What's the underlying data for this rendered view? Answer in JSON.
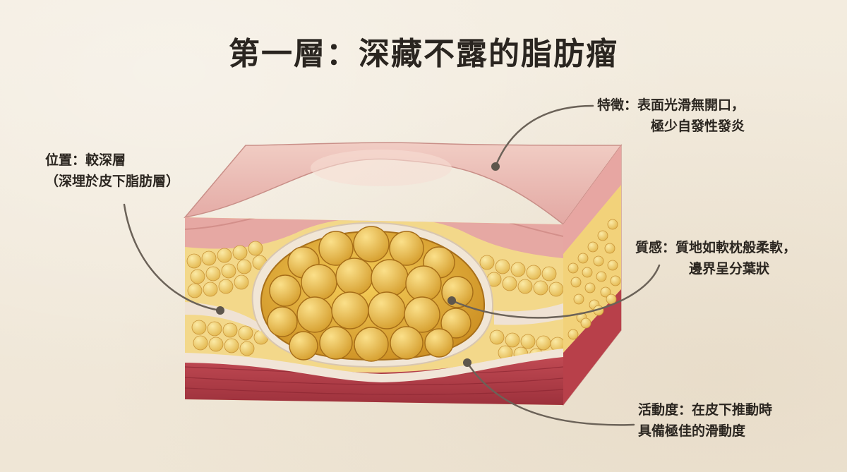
{
  "title": "第一層：深藏不露的脂肪瘤",
  "annotations": {
    "features": {
      "heading": "特徵",
      "line1": "特徵：表面光滑無開口，",
      "line2": "極少自發性發炎"
    },
    "position": {
      "heading": "位置",
      "line1": "位置：較深層",
      "line2": "（深埋於皮下脂肪層）"
    },
    "texture": {
      "heading": "質感",
      "line1": "質感：質地如軟枕般柔軟，",
      "line2": "邊界呈分葉狀"
    },
    "mobility": {
      "heading": "活動度",
      "line1": "活動度：在皮下推動時",
      "line2": "具備極佳的滑動度"
    }
  },
  "colors": {
    "skin_top": "#e9b9b0",
    "dermis": "#e7aaa6",
    "fat": "#f2d27a",
    "lipoma": "#e2a92f",
    "muscle": "#b8404a",
    "fascia": "#efe2d4",
    "leader_line": "#6b6258"
  }
}
